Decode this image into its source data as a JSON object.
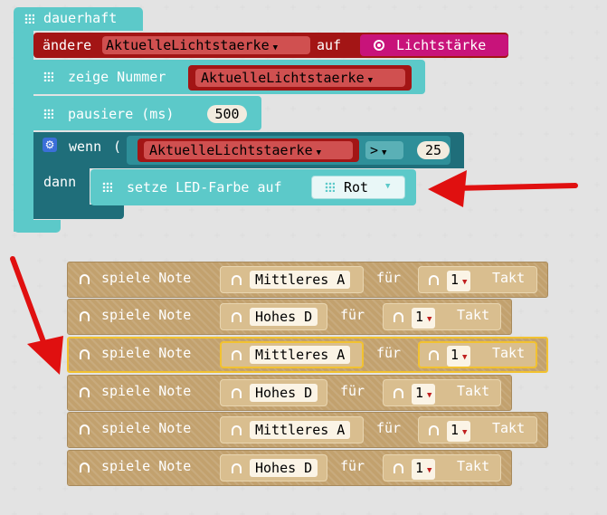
{
  "colors": {
    "loop_teal": "#5cc9c9",
    "dark_teal": "#1f6e7a",
    "var_red": "#a31515",
    "input_magenta": "#c8137a",
    "music_brown": "#c2a16e",
    "arrow_red": "#e01010"
  },
  "loop": {
    "label": "dauerhaft"
  },
  "set_var": {
    "prefix": "ändere",
    "variable": "AktuelleLichtstaerke",
    "mid": "auf",
    "value": "Lichtstärke"
  },
  "show_number": {
    "label": "zeige Nummer",
    "variable": "AktuelleLichtstaerke"
  },
  "pause": {
    "label": "pausiere (ms)",
    "value": "500"
  },
  "if_block": {
    "if_label": "wenn",
    "then_label": "dann",
    "variable": "AktuelleLichtstaerke",
    "operator": ">",
    "compare_value": "25",
    "led_label": "setze LED-Farbe auf",
    "led_color": "Rot"
  },
  "play_notes": [
    {
      "label": "spiele Note",
      "note": "Mittleres A",
      "for": "für",
      "beats": "1",
      "unit": "Takt"
    },
    {
      "label": "spiele Note",
      "note": "Hohes D",
      "for": "für",
      "beats": "1",
      "unit": "Takt"
    },
    {
      "label": "spiele Note",
      "note": "Mittleres A",
      "for": "für",
      "beats": "1",
      "unit": "Takt"
    },
    {
      "label": "spiele Note",
      "note": "Hohes D",
      "for": "für",
      "beats": "1",
      "unit": "Takt"
    },
    {
      "label": "spiele Note",
      "note": "Mittleres A",
      "for": "für",
      "beats": "1",
      "unit": "Takt"
    },
    {
      "label": "spiele Note",
      "note": "Hohes D",
      "for": "für",
      "beats": "1",
      "unit": "Takt"
    }
  ]
}
